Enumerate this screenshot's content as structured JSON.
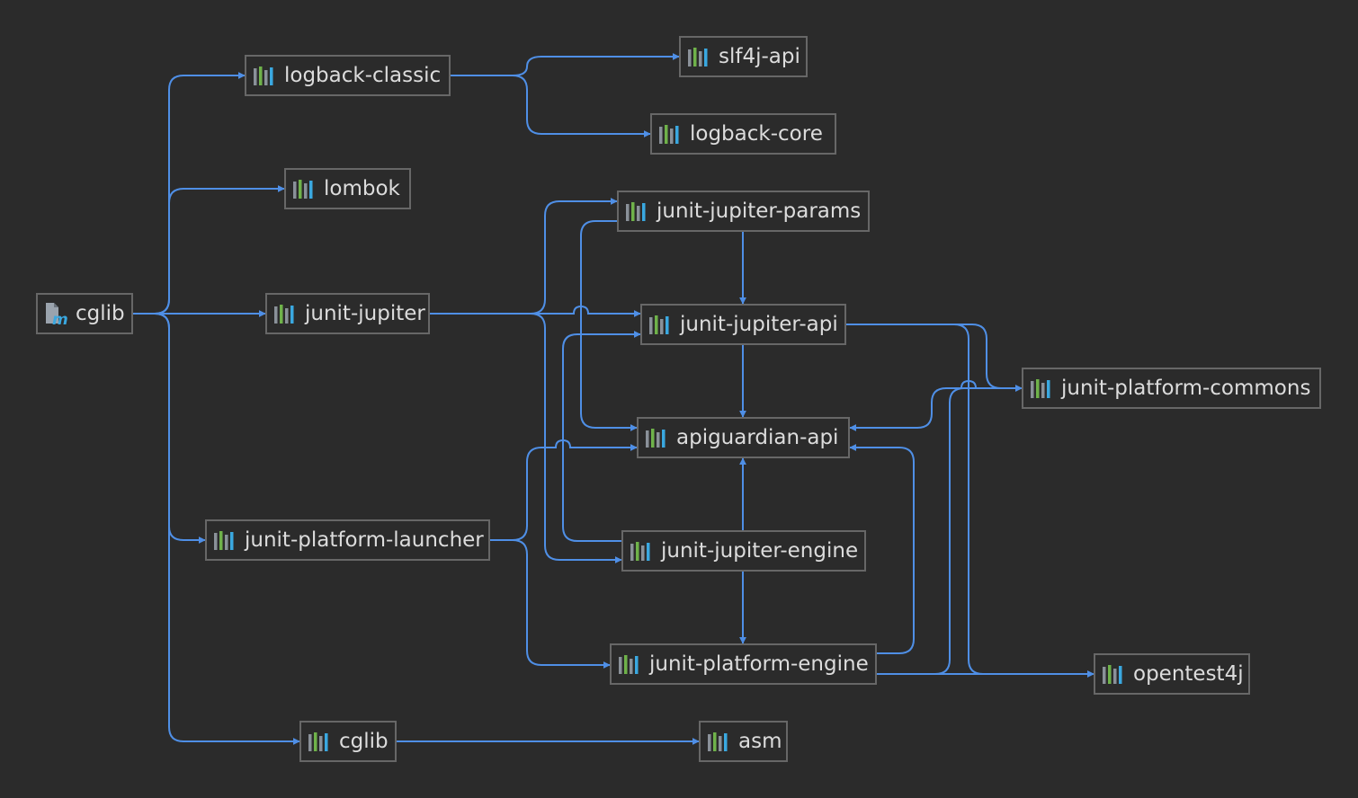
{
  "diagram": {
    "background": "#2b2b2b",
    "edge_color": "#4f8fe6",
    "node_border": "#676767",
    "text_color": "#dcdcdc",
    "nodes": {
      "cglib_root": {
        "label": "cglib",
        "icon": "maven-module-icon"
      },
      "logback_classic": {
        "label": "logback-classic",
        "icon": "library-icon"
      },
      "slf4j_api": {
        "label": "slf4j-api",
        "icon": "library-icon"
      },
      "logback_core": {
        "label": "logback-core",
        "icon": "library-icon"
      },
      "lombok": {
        "label": "lombok",
        "icon": "library-icon"
      },
      "junit_jupiter_params": {
        "label": "junit-jupiter-params",
        "icon": "library-icon"
      },
      "junit_jupiter": {
        "label": "junit-jupiter",
        "icon": "library-icon"
      },
      "junit_jupiter_api": {
        "label": "junit-jupiter-api",
        "icon": "library-icon"
      },
      "junit_platform_commons": {
        "label": "junit-platform-commons",
        "icon": "library-icon"
      },
      "apiguardian_api": {
        "label": "apiguardian-api",
        "icon": "library-icon"
      },
      "junit_platform_launcher": {
        "label": "junit-platform-launcher",
        "icon": "library-icon"
      },
      "junit_jupiter_engine": {
        "label": "junit-jupiter-engine",
        "icon": "library-icon"
      },
      "junit_platform_engine": {
        "label": "junit-platform-engine",
        "icon": "library-icon"
      },
      "opentest4j": {
        "label": "opentest4j",
        "icon": "library-icon"
      },
      "cglib_lib": {
        "label": "cglib",
        "icon": "library-icon"
      },
      "asm": {
        "label": "asm",
        "icon": "library-icon"
      }
    },
    "edges": [
      {
        "from": "cglib_root",
        "to": "logback_classic"
      },
      {
        "from": "cglib_root",
        "to": "lombok"
      },
      {
        "from": "cglib_root",
        "to": "junit_jupiter"
      },
      {
        "from": "cglib_root",
        "to": "junit_platform_launcher"
      },
      {
        "from": "cglib_root",
        "to": "cglib_lib"
      },
      {
        "from": "logback_classic",
        "to": "slf4j_api"
      },
      {
        "from": "logback_classic",
        "to": "logback_core"
      },
      {
        "from": "junit_jupiter",
        "to": "junit_jupiter_params"
      },
      {
        "from": "junit_jupiter",
        "to": "junit_jupiter_api"
      },
      {
        "from": "junit_jupiter",
        "to": "junit_jupiter_engine"
      },
      {
        "from": "junit_jupiter_params",
        "to": "junit_jupiter_api"
      },
      {
        "from": "junit_jupiter_params",
        "to": "apiguardian_api"
      },
      {
        "from": "junit_jupiter_api",
        "to": "apiguardian_api"
      },
      {
        "from": "junit_jupiter_api",
        "to": "junit_platform_commons"
      },
      {
        "from": "junit_jupiter_api",
        "to": "opentest4j"
      },
      {
        "from": "junit_platform_commons",
        "to": "apiguardian_api"
      },
      {
        "from": "junit_platform_launcher",
        "to": "apiguardian_api"
      },
      {
        "from": "junit_platform_launcher",
        "to": "junit_platform_engine"
      },
      {
        "from": "junit_jupiter_engine",
        "to": "junit_jupiter_api"
      },
      {
        "from": "junit_jupiter_engine",
        "to": "apiguardian_api"
      },
      {
        "from": "junit_jupiter_engine",
        "to": "junit_platform_engine"
      },
      {
        "from": "junit_platform_engine",
        "to": "apiguardian_api"
      },
      {
        "from": "junit_platform_engine",
        "to": "junit_platform_commons"
      },
      {
        "from": "junit_platform_engine",
        "to": "opentest4j"
      },
      {
        "from": "cglib_lib",
        "to": "asm"
      }
    ]
  }
}
